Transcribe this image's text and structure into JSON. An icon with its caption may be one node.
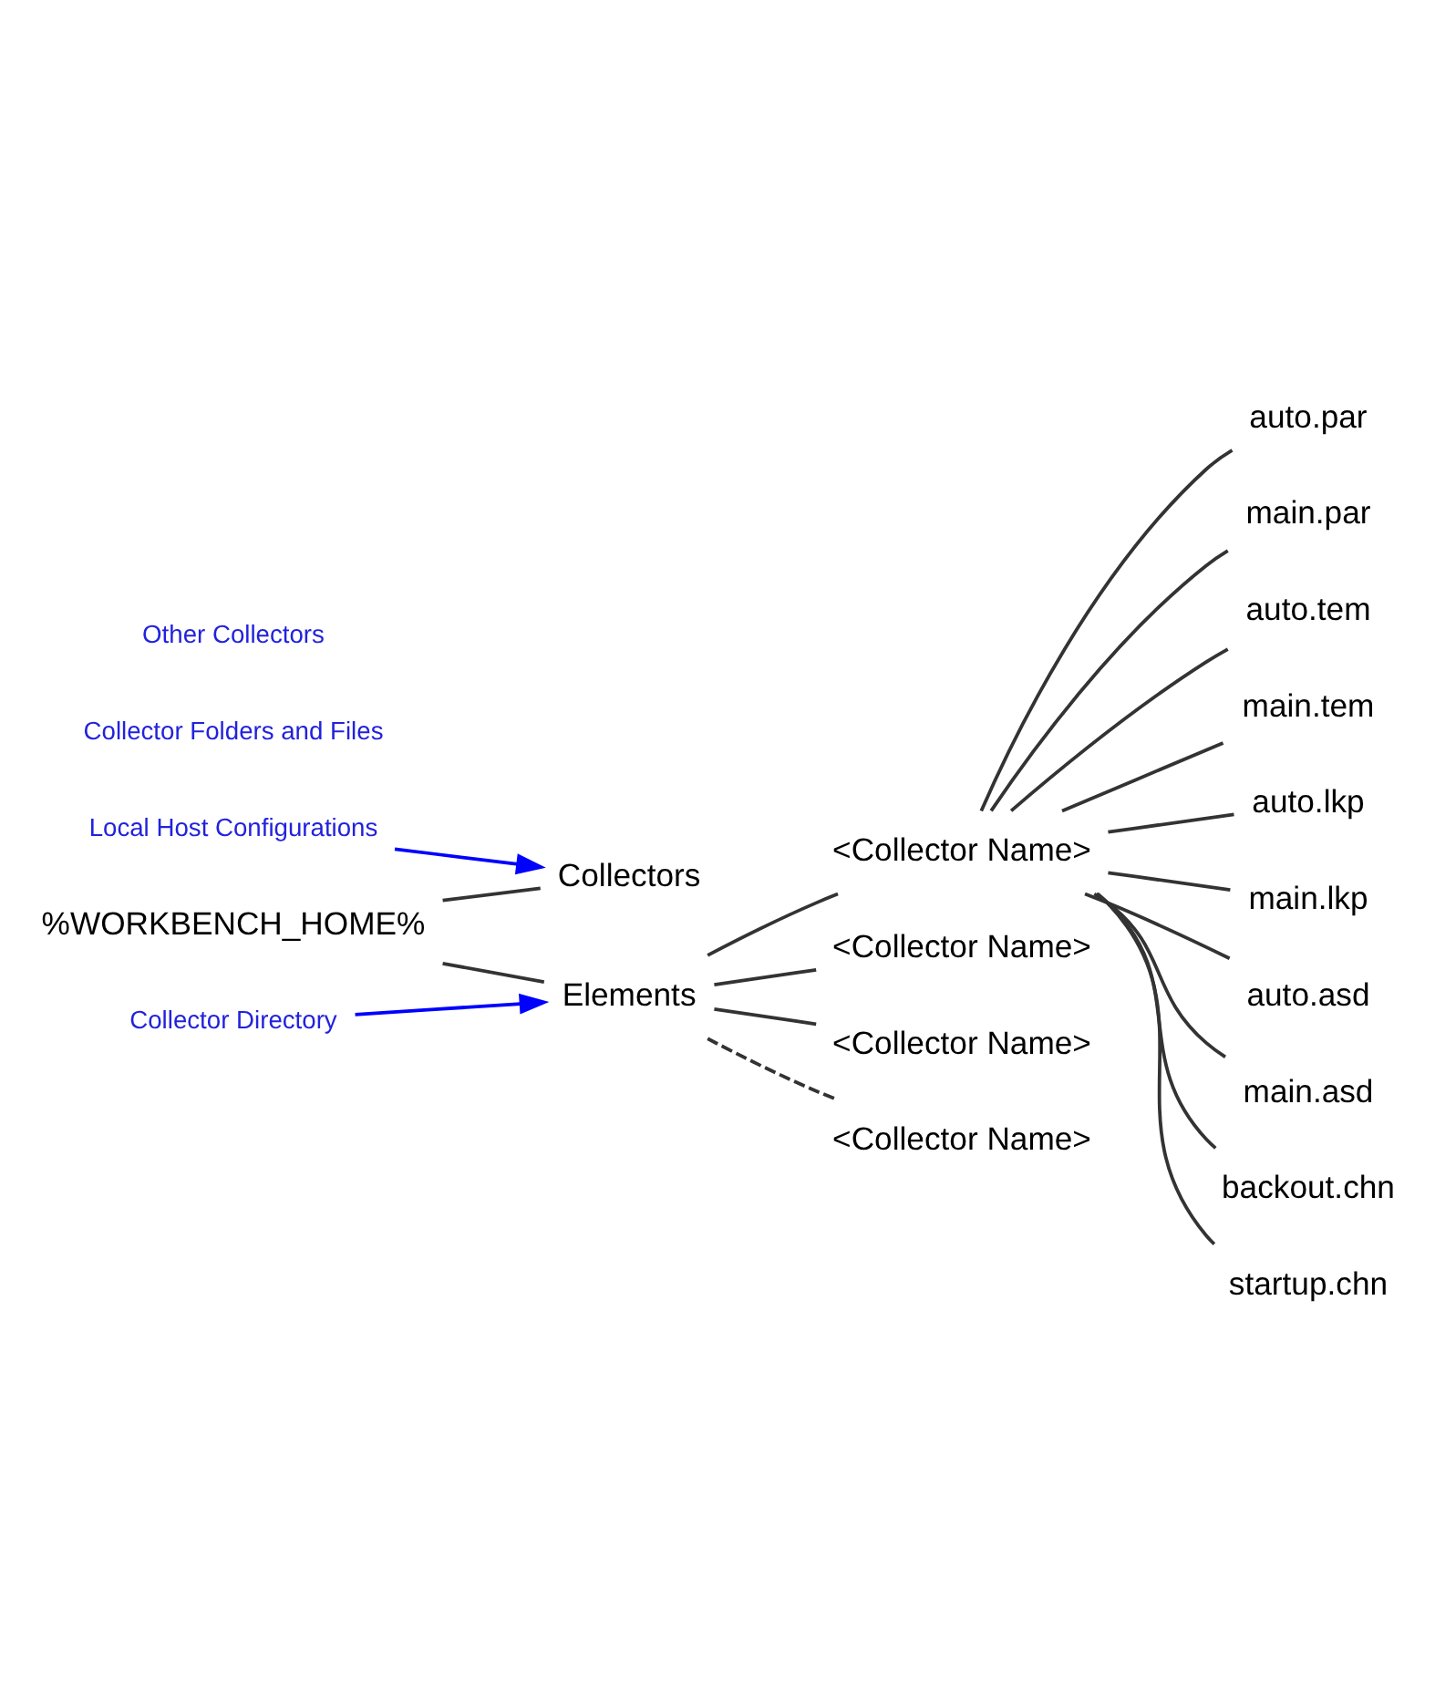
{
  "diagram": {
    "nodes": [
      {
        "text": [
          "%WORKBENCH_HOME%"
        ]
      },
      {
        "text": [
          "Collectors"
        ]
      },
      {
        "text": [
          "Elements"
        ]
      },
      {
        "text": [
          "<Collector Name>"
        ]
      },
      {
        "text": [
          "auto.par"
        ]
      },
      {
        "text": [
          "main.par"
        ]
      },
      {
        "text": [
          "auto.tem"
        ]
      },
      {
        "text": [
          "main.tem"
        ]
      },
      {
        "text": [
          "auto.lkp"
        ]
      },
      {
        "text": [
          "main.lkp"
        ]
      },
      {
        "text": [
          "auto.asd"
        ]
      },
      {
        "text": [
          "main.asd"
        ]
      },
      {
        "text": [
          "backout.chn"
        ]
      },
      {
        "text": [
          "startup.chn"
        ]
      },
      {
        "text": [
          "<Collector Name>"
        ]
      },
      {
        "text": [
          "<Collector Name>"
        ]
      },
      {
        "text": [
          "<Collector Name>"
        ]
      },
      {
        "text": [
          "Local Host Configurations"
        ]
      },
      {
        "text": [
          "Collector Directory"
        ]
      }
    ],
    "edges": [
      {
        "from": 0,
        "to": 1,
        "arrow": "none"
      },
      {
        "from": 0,
        "to": 2,
        "arrow": "none"
      },
      {
        "from": 2,
        "to": 3,
        "arrow": "none"
      },
      {
        "from": 3,
        "to": 4,
        "arrow": "none"
      },
      {
        "from": 3,
        "to": 5,
        "arrow": "none"
      },
      {
        "from": 3,
        "to": 6,
        "arrow": "none"
      },
      {
        "from": 3,
        "to": 7,
        "arrow": "none"
      },
      {
        "from": 3,
        "to": 8,
        "arrow": "none"
      },
      {
        "from": 3,
        "to": 9,
        "arrow": "none"
      },
      {
        "from": 3,
        "to": 10,
        "arrow": "none"
      },
      {
        "from": 3,
        "to": 11,
        "arrow": "none"
      },
      {
        "from": 3,
        "to": 12,
        "arrow": "none"
      },
      {
        "from": 3,
        "to": 13,
        "arrow": "none"
      },
      {
        "from": 2,
        "to": 14,
        "arrow": "none"
      },
      {
        "from": 2,
        "to": 15,
        "arrow": "none"
      },
      {
        "from": 2,
        "to": 16,
        "arrow": "none",
        "style": "dashed"
      },
      {
        "from": 17,
        "to": 1,
        "arrow": "to",
        "color": "#0000ff"
      },
      {
        "from": 18,
        "to": 2,
        "arrow": "to",
        "color": "#0000ff"
      }
    ],
    "labels": [
      "Collector Folders and Files",
      "Other Collectors"
    ]
  }
}
